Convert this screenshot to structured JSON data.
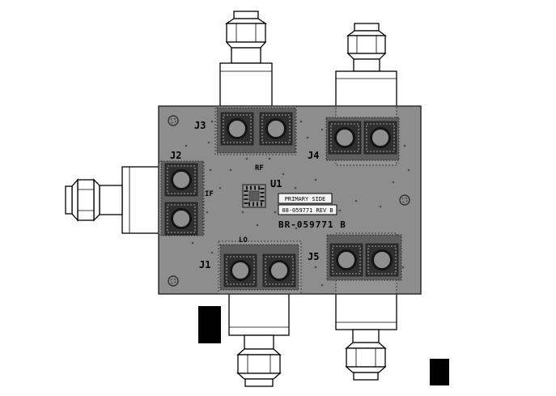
{
  "drawing": {
    "connector_refs": {
      "j1": "J1",
      "j2": "J2",
      "j3": "J3",
      "j4": "J4",
      "j5": "J5"
    },
    "component_refs": {
      "u1": "U1"
    },
    "signal_labels": {
      "rf": "RF",
      "if": "IF",
      "lo": "LO"
    },
    "markings": {
      "primary_side": "PRIMARY SIDE",
      "assembly_rev": "08-059771 REV B",
      "board_id": "BR-059771 B"
    },
    "colors": {
      "board": "#8d8d8d",
      "pad": "#2f2f2f",
      "pad_circle": "#8f8f8f",
      "connector_fill": "#ffffff",
      "outline": "#000000",
      "marker": "#000000"
    }
  }
}
